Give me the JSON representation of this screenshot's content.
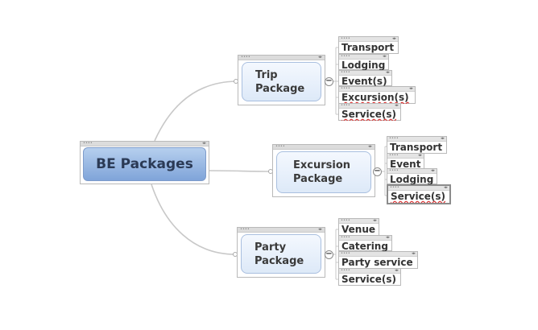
{
  "root": {
    "label": "BE Packages"
  },
  "packages": [
    {
      "id": "trip",
      "line1": "Trip",
      "line2": "Package",
      "items": [
        "Transport",
        "Lodging",
        "Event(s)",
        "Excursion(s)",
        "Service(s)"
      ]
    },
    {
      "id": "exc",
      "line1": "Excursion",
      "line2": "Package",
      "items": [
        "Transport",
        "Event",
        "Lodging",
        "Service(s)"
      ]
    },
    {
      "id": "party",
      "line1": "Party",
      "line2": "Package",
      "items": [
        "Venue",
        "Catering",
        "Party service",
        "Service(s)"
      ]
    }
  ],
  "collapse_symbol": "−",
  "handle_dots": "••••",
  "handle_arrows": "◂▸",
  "colors": {
    "root_fill": "#7fa4d9",
    "package_fill": "#dde9f8",
    "connector": "#c8c8c8",
    "border": "#b9b9b9"
  }
}
